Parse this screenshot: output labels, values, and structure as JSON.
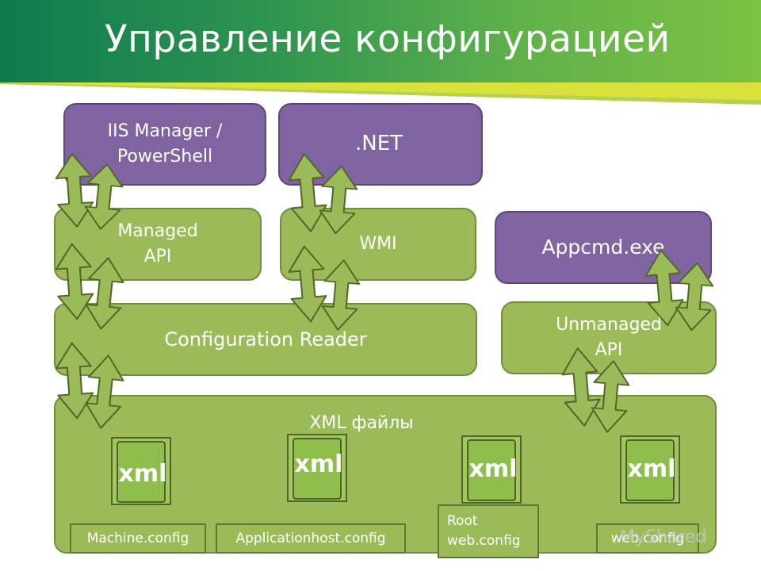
{
  "title": "Управление конфигурацией",
  "boxes": {
    "iis_manager": "IIS Manager /\nPowerShell",
    "dotnet": ".NET",
    "managed_api": "Managed\nAPI",
    "wmi": "WMI",
    "appcmd": "Appcmd.exe",
    "config_reader": "Configuration Reader",
    "unmanaged_api": "Unmanaged\nAPI",
    "xml_files": "XML файлы"
  },
  "icons": {
    "file_icon": "xml",
    "file_icon_label": "xml"
  },
  "files": {
    "machine_config": "Machine.config",
    "applicationhost_config": "Applicationhost.config",
    "root_web_config": "Root\nweb.config",
    "web_config": "web.config"
  },
  "watermark": "MyShared",
  "colors": {
    "green": "#9bbb59",
    "green_border": "#718b40",
    "purple": "#8064a2",
    "purple_border": "#5c4776",
    "header_start": "#0f7a4e",
    "header_end": "#7cc243"
  }
}
